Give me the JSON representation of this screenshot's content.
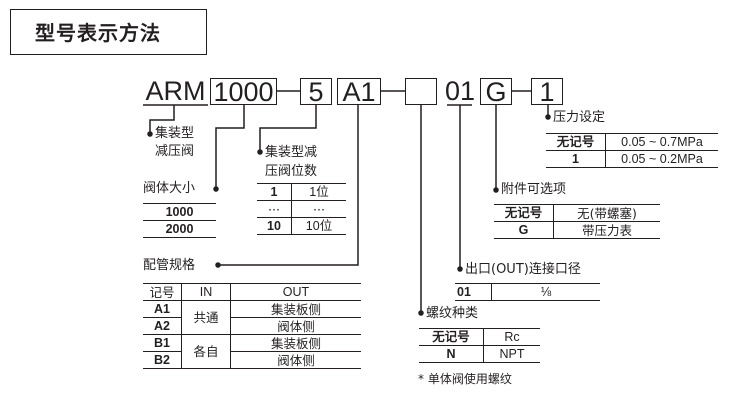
{
  "title": "型号表示方法",
  "code": {
    "prefix": "ARM",
    "size": "1000",
    "positions": "5",
    "piping": "A1",
    "thread": "",
    "port": "01",
    "option": "G",
    "pressure": "1"
  },
  "series": {
    "label_line1": "集装型",
    "label_line2": "减压阀"
  },
  "body_size": {
    "label": "阀体大小",
    "rows": [
      "1000",
      "2000"
    ]
  },
  "stations": {
    "label_line1": "集装型减",
    "label_line2": "压阀位数",
    "rows": [
      [
        "1",
        "1位"
      ],
      [
        "···",
        "···"
      ],
      [
        "10",
        "10位"
      ]
    ]
  },
  "piping": {
    "label": "配管规格",
    "headers": [
      "记号",
      "IN",
      "OUT"
    ],
    "groups": [
      {
        "codes": [
          "A1",
          "A2"
        ],
        "in": "共通",
        "out": [
          "集装板侧",
          "阀体侧"
        ]
      },
      {
        "codes": [
          "B1",
          "B2"
        ],
        "in": "各自",
        "out": [
          "集装板侧",
          "阀体侧"
        ]
      }
    ]
  },
  "thread": {
    "label": "螺纹种类",
    "rows": [
      [
        "无记号",
        "Rc"
      ],
      [
        "N",
        "NPT"
      ]
    ],
    "note": "* 单体阀使用螺纹"
  },
  "port": {
    "label": "出口(OUT)连接口径",
    "rows": [
      [
        "01",
        "⅛"
      ]
    ]
  },
  "option": {
    "label": "附件可选项",
    "rows": [
      [
        "无记号",
        "无(带螺塞)"
      ],
      [
        "G",
        "带压力表"
      ]
    ]
  },
  "pressure": {
    "label": "压力设定",
    "rows": [
      [
        "无记号",
        "0.05 ~ 0.7MPa"
      ],
      [
        "1",
        "0.05 ~ 0.2MPa"
      ]
    ]
  }
}
